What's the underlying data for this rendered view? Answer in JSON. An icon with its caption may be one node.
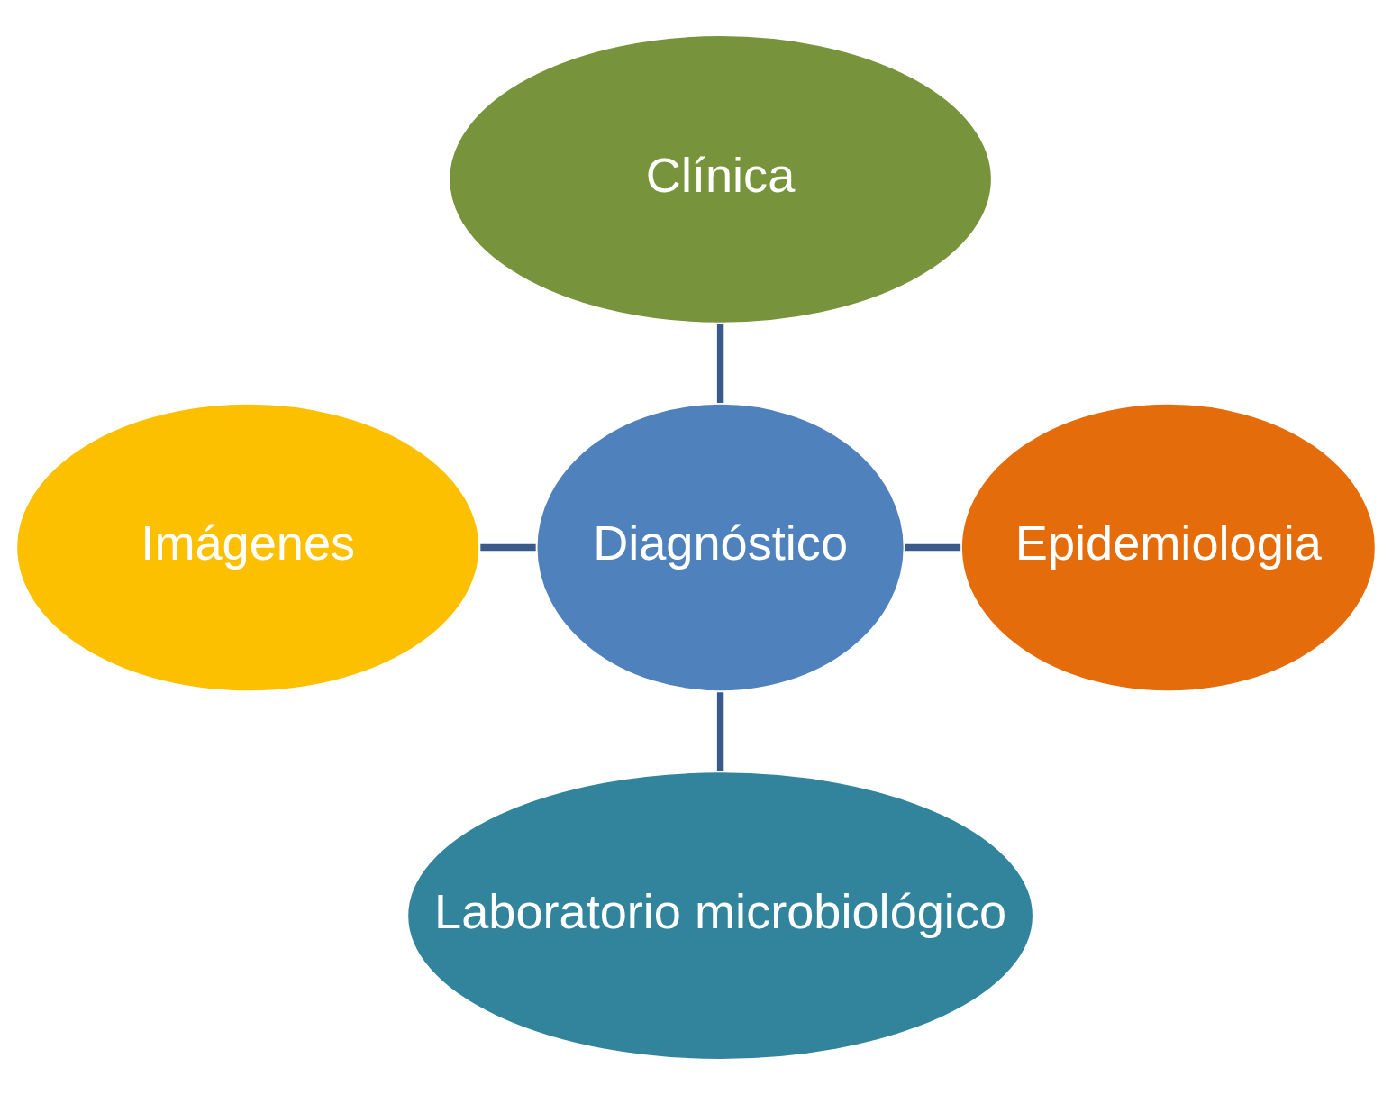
{
  "diagram": {
    "nodes": [
      {
        "text": [
          "Clínica"
        ]
      },
      {
        "text": [
          "Imágenes"
        ]
      },
      {
        "text": [
          "Diagnóstico"
        ]
      },
      {
        "text": [
          "Epidemiologia"
        ]
      },
      {
        "text": [
          "Laboratorio microbiológico"
        ]
      }
    ],
    "edges": [
      {
        "from": 0,
        "to": 2,
        "arrow": "none"
      },
      {
        "from": 1,
        "to": 2,
        "arrow": "none"
      },
      {
        "from": 2,
        "to": 3,
        "arrow": "none"
      },
      {
        "from": 2,
        "to": 4,
        "arrow": "none"
      }
    ]
  }
}
